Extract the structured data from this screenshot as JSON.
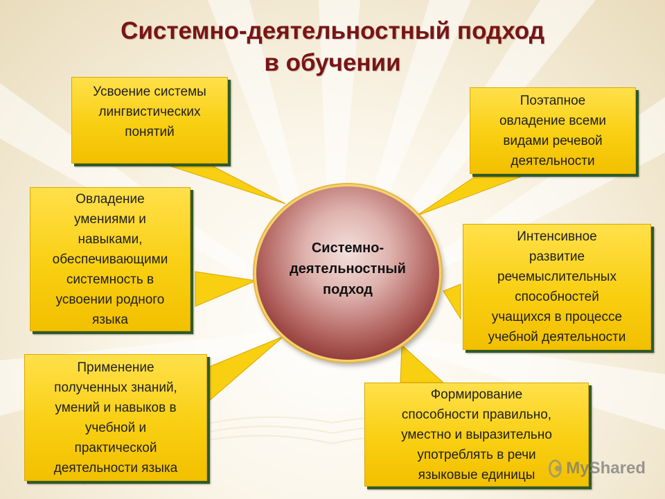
{
  "title": {
    "line1": "Системно-деятельностный подход",
    "line2": "в обучении"
  },
  "center": {
    "line1": "Системно-",
    "line2": "деятельностный",
    "line3": "подход"
  },
  "boxes": {
    "top_left": [
      "Усвоение системы",
      "лингвистических",
      "понятий"
    ],
    "top_right": [
      "Поэтапное",
      "овладение всеми",
      "видами речевой",
      "деятельности"
    ],
    "mid_left": [
      "Овладение",
      "умениями и",
      "навыками,",
      "обеспечивающими",
      "системность в",
      "усвоении родного",
      "языка"
    ],
    "mid_right": [
      "Интенсивное",
      "развитие",
      "речемыслительных",
      "способностей",
      "учащихся в процессе",
      "учебной деятельности"
    ],
    "bottom_left": [
      "Применение",
      "полученных знаний,",
      "умений и навыков в",
      "учебной и",
      "практической",
      "деятельности языка"
    ],
    "bottom_right": [
      "Формирование",
      "способности правильно,",
      "уместно и выразительно",
      "употреблять в речи",
      "языковые единицы"
    ]
  },
  "watermark": {
    "text": "MyShared",
    "icon": "myshared-logo-icon"
  },
  "colors": {
    "title": "#7a1414",
    "box_fill": "#f9cf12",
    "box_shadow": "#2f5a27",
    "circle_dark": "#7d2322",
    "circle_light": "#f3e0dc"
  }
}
